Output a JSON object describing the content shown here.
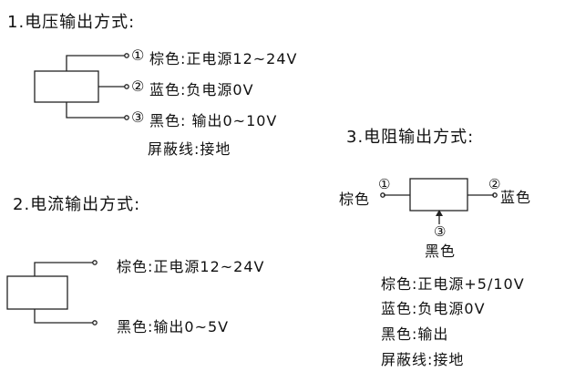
{
  "section1": {
    "title": "1.电压输出方式:",
    "pins": [
      {
        "num": "①",
        "text": "棕色:正电源12~24V"
      },
      {
        "num": "②",
        "text": "蓝色:负电源0V"
      },
      {
        "num": "③",
        "text": "黑色: 输出0~10V"
      }
    ],
    "shield": "屏蔽线:接地"
  },
  "section2": {
    "title": "2.电流输出方式:",
    "lines": [
      "棕色:正电源12~24V",
      "黑色:输出0~5V"
    ]
  },
  "section3": {
    "title": "3.电阻输出方式:",
    "left_label": "棕色",
    "right_label": "蓝色",
    "bottom_label": "黑色",
    "pin_left": "①",
    "pin_right": "②",
    "pin_bottom": "③",
    "legend": [
      "棕色:正电源+5/10V",
      "蓝色:负电源0V",
      "黑色:输出",
      "屏蔽线:接地"
    ]
  }
}
